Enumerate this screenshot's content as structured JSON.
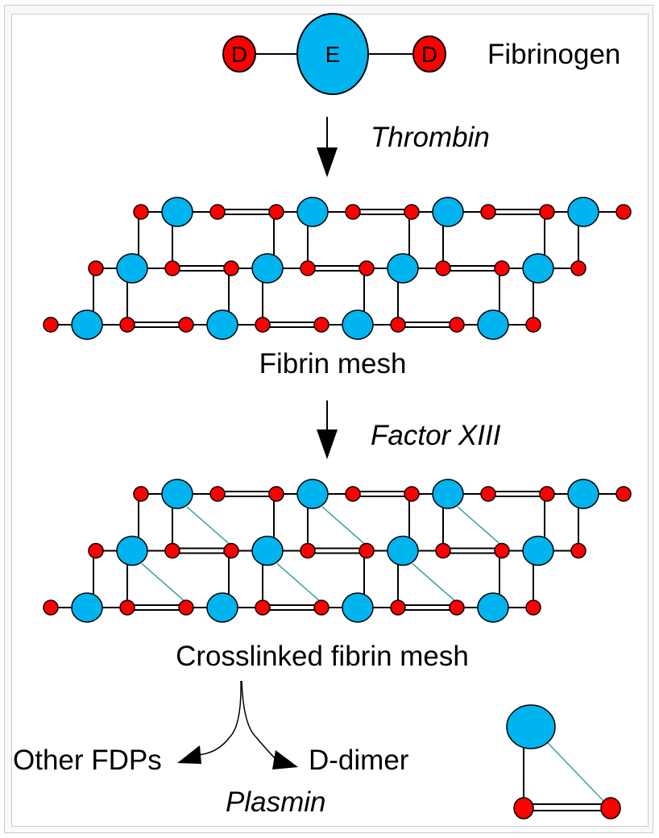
{
  "labels": {
    "fibrinogen": "Fibrinogen",
    "d_left": "D",
    "e_center": "E",
    "d_right": "D",
    "thrombin": "Thrombin",
    "fibrin_mesh": "Fibrin mesh",
    "factor_xiii": "Factor XIII",
    "crosslinked": "Crosslinked fibrin mesh",
    "other_fdps": "Other FDPs",
    "d_dimer": "D-dimer",
    "plasmin": "Plasmin"
  },
  "colors": {
    "d_domain": "#ff0000",
    "e_domain": "#00b4f0",
    "bond": "#000000",
    "crosslink": "#3aa3a3"
  },
  "meshes": [
    {
      "name": "fibrin-mesh",
      "crosslinked": false
    },
    {
      "name": "crosslinked-fibrin-mesh",
      "crosslinked": true
    }
  ]
}
